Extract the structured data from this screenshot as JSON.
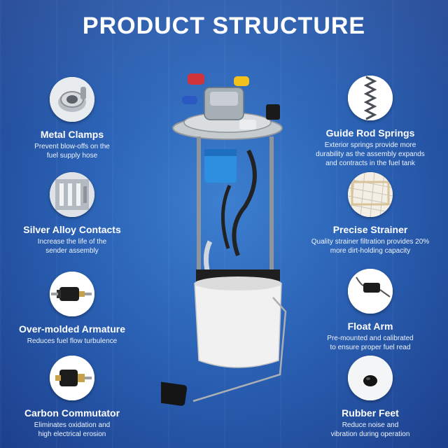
{
  "title": "PRODUCT STRUCTURE",
  "features_left": [
    {
      "name": "Metal Clamps",
      "desc": [
        "Prevent blow-offs on the",
        "fuel supply hose"
      ],
      "icon": "metal-clamp-icon"
    },
    {
      "name": "Silver Alloy Contacts",
      "desc": [
        "Increase the life of the",
        "sender assembly"
      ],
      "icon": "silver-contacts-icon"
    },
    {
      "name": "Over-molded Armature",
      "desc": [
        "Reduces fuel flow turbulence"
      ],
      "icon": "armature-icon"
    },
    {
      "name": "Carbon Commutator",
      "desc": [
        "Eliminates oxidation and",
        "high electrical erosion"
      ],
      "icon": "commutator-icon"
    }
  ],
  "features_right": [
    {
      "name": "Guide Rod Springs",
      "desc": [
        "Exterior springs provide more",
        "durability as the assembly expands",
        "and contracts in the fuel tank"
      ],
      "icon": "spring-icon"
    },
    {
      "name": "Precise Strainer",
      "desc": [
        "Quality strainer filtration provides 20%",
        "more dirt-holding capacity"
      ],
      "icon": "strainer-icon"
    },
    {
      "name": "Float Arm",
      "desc": [
        "Pre-mounted and calibrated",
        "to ensure proper fuel read"
      ],
      "icon": "float-arm-icon"
    },
    {
      "name": "Rubber Feet",
      "desc": [
        "Reduce noise and",
        "vibration during operation"
      ],
      "icon": "rubber-feet-icon"
    }
  ],
  "colors": {
    "background": "#2b62b5",
    "text": "#ffffff"
  }
}
